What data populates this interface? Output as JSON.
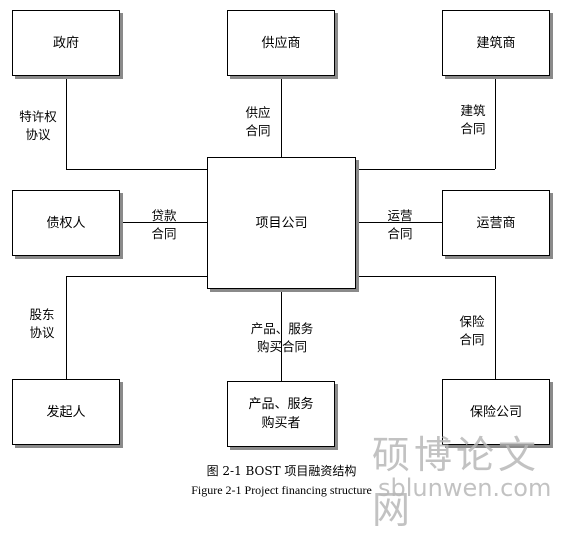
{
  "nodes": {
    "government": "政府",
    "supplier": "供应商",
    "builder": "建筑商",
    "creditor": "债权人",
    "project_company": "项目公司",
    "operator": "运营商",
    "sponsor": "发起人",
    "buyer": "产品、服务\n购买者",
    "insurer": "保险公司"
  },
  "edges": {
    "concession": "特许权\n协议",
    "supply_contract": "供应\n合同",
    "construction_contract": "建筑\n合同",
    "loan_contract": "贷款\n合同",
    "operation_contract": "运营\n合同",
    "shareholder_agreement": "股东\n协议",
    "purchase_contract": "产品、服务\n购买合同",
    "insurance_contract": "保险\n合同"
  },
  "caption": {
    "zh": "图 2-1 BOST 项目融资结构",
    "en": "Figure 2-1 Project financing structure"
  },
  "watermark": {
    "cn": "硕博论文网",
    "url": "sblunwen.com"
  }
}
